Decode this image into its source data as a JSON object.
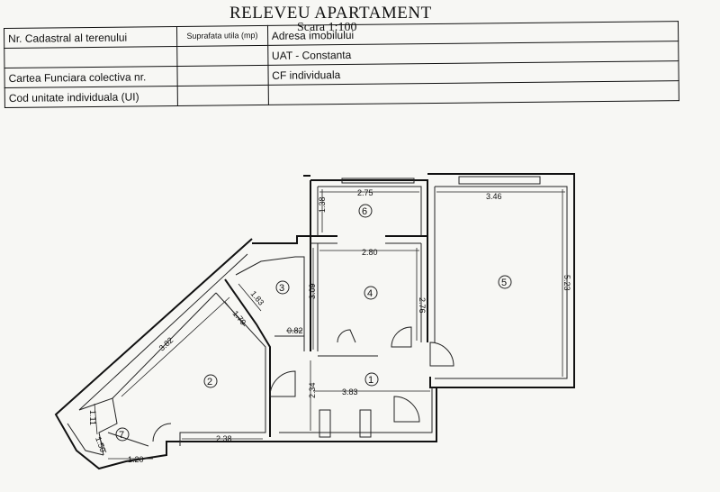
{
  "header": {
    "title": "RELEVEU APARTAMENT",
    "scale": "Scara 1:100"
  },
  "info_table": {
    "rows": [
      {
        "c1": "Nr. Cadastral al terenului",
        "c2": "Suprafata utila (mp)",
        "c3": "Adresa imobilului"
      },
      {
        "c1": "",
        "c2": "",
        "c3": "UAT - Constanta"
      },
      {
        "c1": "Cartea Funciara colectiva nr.",
        "c2": "",
        "c3": "CF individuala"
      },
      {
        "c1": "Cod unitate individuala (UI)",
        "c2": "",
        "c3": ""
      }
    ]
  },
  "plan": {
    "rooms": [
      "1",
      "2",
      "3",
      "4",
      "5",
      "6",
      "7"
    ],
    "dimensions": {
      "d_2_75": "2.75",
      "d_3_46": "3.46",
      "d_1_38": "1.38",
      "d_2_80": "2.80",
      "d_3_09": "3.09",
      "d_2_76": "2.76",
      "d_5_23": "5.23",
      "d_1_83": "1.83",
      "d_1_79": "1.79",
      "d_0_82": "0.82",
      "d_3_82": "3.82",
      "d_2_34": "2.34",
      "d_3_83": "3.83",
      "d_2_38": "2.38",
      "d_1_11": "1.11",
      "d_1_50": "1.50",
      "d_1_20": "1.20"
    }
  }
}
